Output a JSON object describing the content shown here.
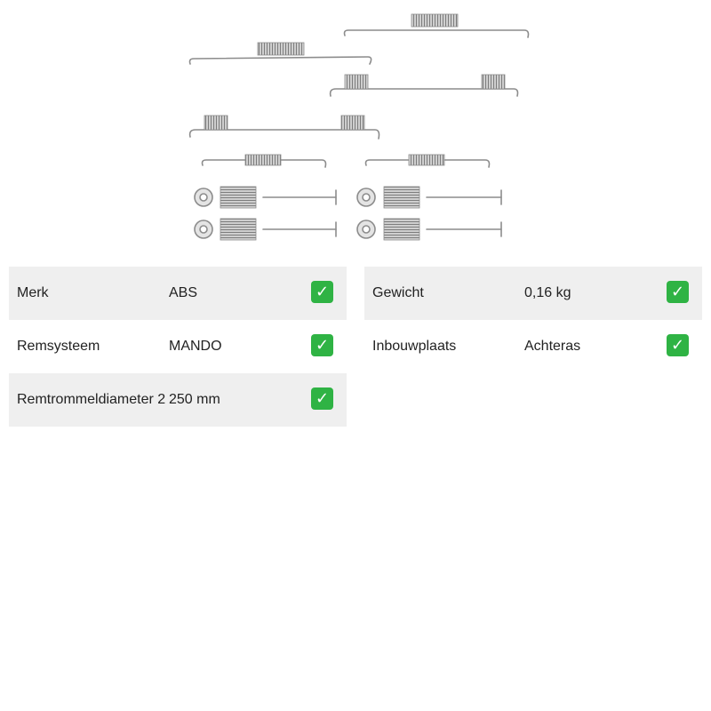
{
  "product": {
    "image_icon": "brake-shoe-spring-kit-image"
  },
  "specs_left": [
    {
      "label": "Merk",
      "value": "ABS",
      "status_icon": "check-icon",
      "shaded": true
    },
    {
      "label": "Remsysteem",
      "value": "MANDO",
      "status_icon": "check-icon",
      "shaded": false
    },
    {
      "label": "Remtrommeldiameter 2",
      "value": "250 mm",
      "status_icon": "check-icon",
      "shaded": true
    }
  ],
  "specs_right": [
    {
      "label": "Gewicht",
      "value": "0,16 kg",
      "status_icon": "check-icon",
      "shaded": true
    },
    {
      "label": "Inbouwplaats",
      "value": "Achteras",
      "status_icon": "check-icon",
      "shaded": false
    }
  ],
  "colors": {
    "row_shade": "#efefef",
    "check": "#2fb344",
    "metal": "#8c8c8c"
  }
}
